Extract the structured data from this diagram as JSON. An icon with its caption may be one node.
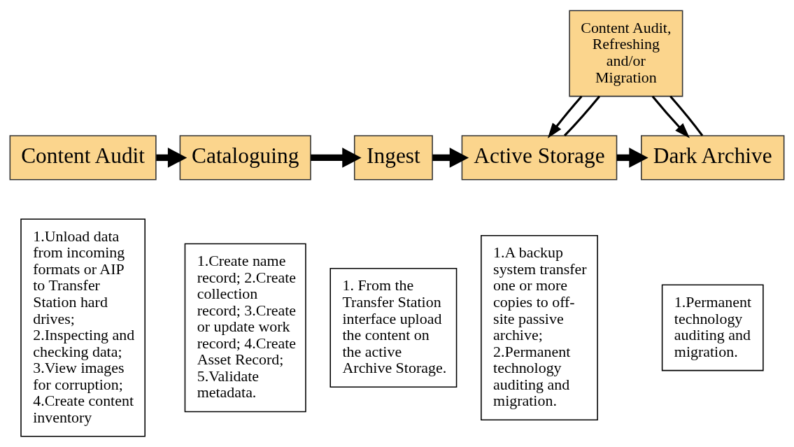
{
  "diagram": {
    "nodes": [
      {
        "text": [
          "Content Audit"
        ]
      },
      {
        "text": [
          "Cataloguing"
        ]
      },
      {
        "text": [
          "Ingest"
        ]
      },
      {
        "text": [
          "Active Storage"
        ]
      },
      {
        "text": [
          "Dark Archive"
        ]
      },
      {
        "text": [
          "Content Audit, Refreshing and/or Migration"
        ]
      },
      {
        "text": [
          "1.Unload data from incoming formats or AIP to Transfer Station hard drives; 2.Inspecting and checking data; 3.View images for corruption; 4.Create content inventory"
        ]
      },
      {
        "text": [
          "1.Create name record; 2.Create collection record; 3.Create or update work record; 4.Create Asset Record; 5.Validate metadata."
        ]
      },
      {
        "text": [
          "1. From the Transfer Station interface upload the content on the active Archive Storage."
        ]
      },
      {
        "text": [
          "1.A backup system transfer one or more copies to off-site passive archive; 2.Permanent technology auditing and migration."
        ]
      },
      {
        "text": [
          "1.Permanent technology auditing and migration."
        ]
      }
    ],
    "edges": [
      {
        "from": 0,
        "to": 1,
        "arrow": "to",
        "style": "thick"
      },
      {
        "from": 1,
        "to": 2,
        "arrow": "to",
        "style": "thick"
      },
      {
        "from": 2,
        "to": 3,
        "arrow": "to",
        "style": "thick"
      },
      {
        "from": 3,
        "to": 4,
        "arrow": "to",
        "style": "thick"
      },
      {
        "from": 5,
        "to": 3,
        "arrow": "to"
      },
      {
        "from": 3,
        "to": 5,
        "arrow": "none"
      },
      {
        "from": 5,
        "to": 4,
        "arrow": "to"
      },
      {
        "from": 4,
        "to": 5,
        "arrow": "none"
      }
    ]
  }
}
